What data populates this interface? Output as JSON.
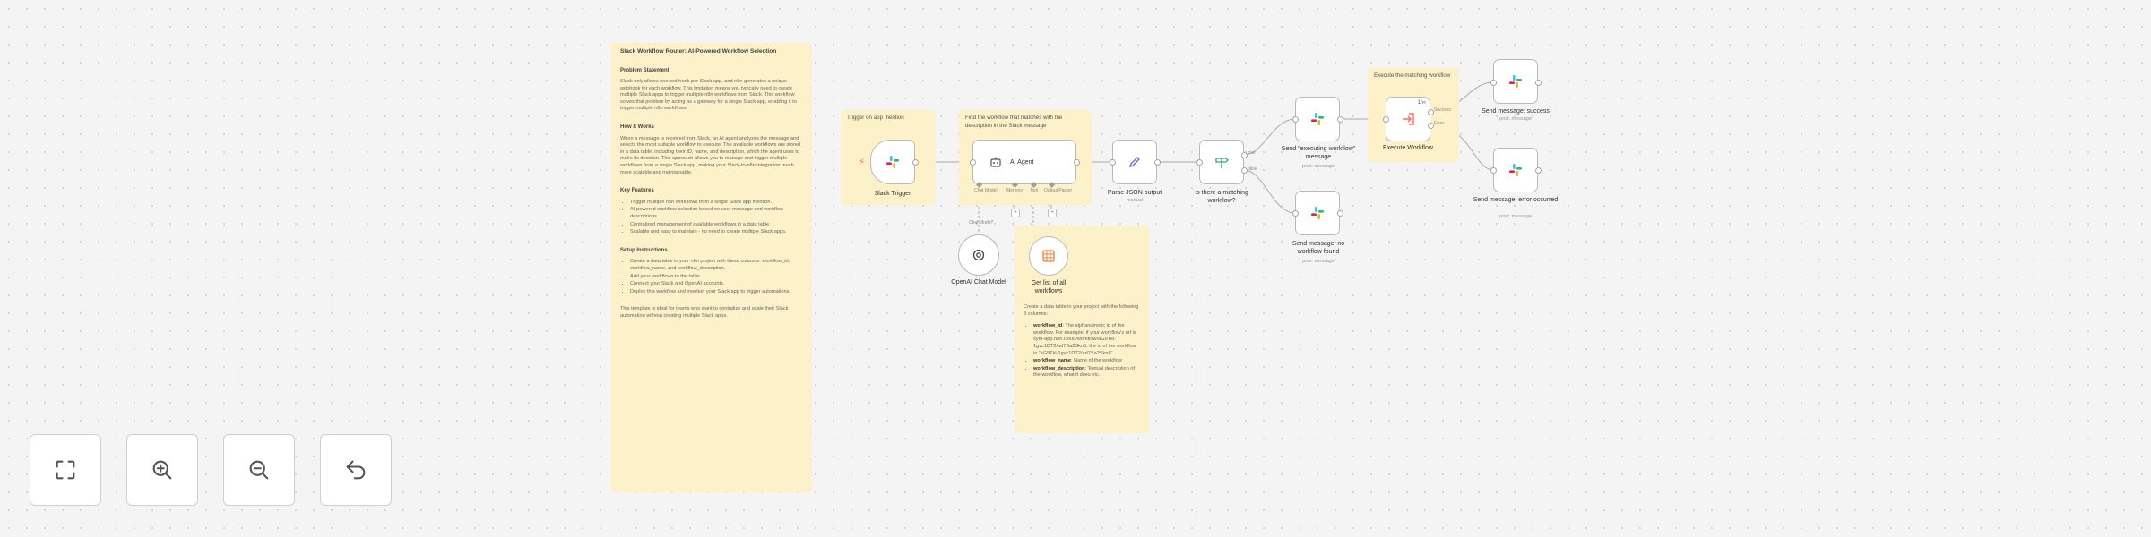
{
  "colors": {
    "canvas_bg": "#f4f4f4",
    "sticky_bg": "#fdf1c9",
    "trigger_bolt": "#ff6d5a",
    "slack_blue": "#36c5f0",
    "slack_green": "#2eb67d",
    "slack_red": "#e01e5a",
    "slack_yellow": "#ecb22e",
    "data_table_orange": "#f57c36",
    "json_purple": "#7a6bd6",
    "if_green": "#3aa672",
    "execute_red": "#ff6d5a"
  },
  "icons": {
    "slack_trigger": "slack-logo-icon",
    "ai_agent": "robot-icon",
    "parse_json": "pencil-icon",
    "if": "signpost-icon",
    "execute": "sign-in-arrow-icon",
    "openai": "openai-logo-icon",
    "data_table": "table-grid-icon",
    "controls": [
      "fit-view-icon",
      "zoom-in-icon",
      "zoom-out-icon",
      "undo-icon"
    ]
  },
  "notes": {
    "main": {
      "title": "Slack Workflow Router: AI-Powered Workflow Selection",
      "problem_heading": "Problem Statement",
      "problem_text": "Slack only allows one webhook per Slack app, and n8n generates a unique webhook for each workflow. This limitation means you typically need to create multiple Slack apps to trigger multiple n8n workflows from Slack. This workflow solves that problem by acting as a gateway for a single Slack app, enabling it to trigger multiple n8n workflows.",
      "how_heading": "How It Works",
      "how_text": "When a message is received from Slack, an AI agent analyzes the message and selects the most suitable workflow to execute. The available workflows are stored in a data table, including their ID, name, and description, which the agent uses to make its decision. This approach allows you to manage and trigger multiple workflows from a single Slack app, making your Slack-to-n8n integration much more scalable and maintainable.",
      "features_heading": "Key Features",
      "features": [
        "Trigger multiple n8n workflows from a single Slack app mention.",
        "AI-powered workflow selection based on user message and workflow descriptions.",
        "Centralized management of available workflows in a data table.",
        "Scalable and easy to maintain - no need to create multiple Slack apps."
      ],
      "setup_heading": "Setup Instructions",
      "setup": [
        "Create a data table in your n8n project with these columns: workflow_id, workflow_name, and workflow_description.",
        "Add your workflows to the table.",
        "Connect your Slack and OpenAI accounts.",
        "Deploy this workflow and mention your Slack app to trigger automations."
      ],
      "footer": "This template is ideal for teams who want to centralize and scale their Slack automation without creating multiple Slack apps."
    },
    "trigger": {
      "text": "Trigger on app mention"
    },
    "agent": {
      "text": "Find the workflow that matches with the description in the Slack message"
    },
    "execute": {
      "text": "Execute the matching workflow"
    },
    "table": {
      "intro": "Create a data table in your project with the following 3 columns:",
      "items": [
        {
          "key": "workflow_id",
          "text": ": The alphanumeric id of the workflow. For example, if your workflow's url is sym-app.n8n.cloud/workflow/aG9Tkl-1gvc1DT2/ad7Sa2Skn6, the id of the workflow is \"aG9Tkl-1gvc1DT2/ad7Sa2Skn6\""
        },
        {
          "key": "workflow_name",
          "text": ": Name of the workflow"
        },
        {
          "key": "workflow_description",
          "text": ": Textual description of the workflow, what it does etc."
        }
      ]
    }
  },
  "nodes": {
    "slack_trigger": {
      "label": "Slack Trigger"
    },
    "ai_agent": {
      "label": "AI Agent"
    },
    "parse_json": {
      "label": "Parse JSON output",
      "sub": "manual"
    },
    "if": {
      "label": "Is there a matching workflow?"
    },
    "send_executing": {
      "label": "Send \"executing workflow\" message",
      "sub": "post: message"
    },
    "send_no_workflow": {
      "label": "Send message: no workflow found",
      "sub": "post: message"
    },
    "execute_workflow": {
      "label": "Execute Workflow",
      "badge": "1/∞"
    },
    "send_success": {
      "label": "Send message: success",
      "sub": "post: message"
    },
    "send_error": {
      "label": "Send message: error occurred",
      "sub": "post: message"
    },
    "openai": {
      "label": "OpenAI Chat Model"
    },
    "data_table": {
      "label": "Get list of all workflows"
    }
  },
  "ports": {
    "agent": [
      "Chat Model",
      "Memory",
      "Tool",
      "Output Parser"
    ],
    "agent_chat_model": "Chat Model*",
    "if_true": "true",
    "if_false": "false",
    "exec_success": "Success",
    "exec_error": "Error"
  }
}
